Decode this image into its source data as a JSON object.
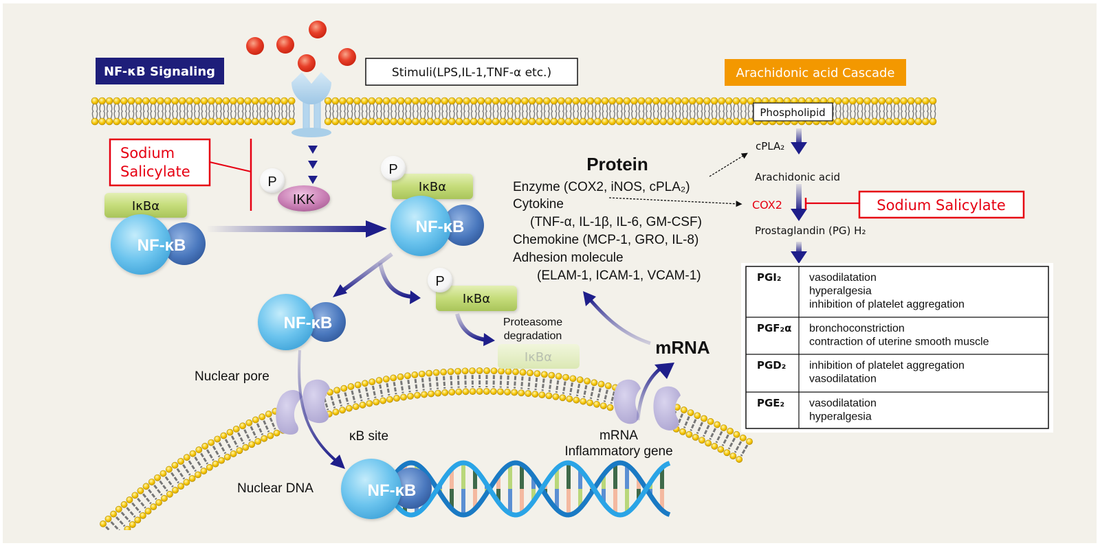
{
  "titles": {
    "nfkb_signaling": "NF-κB Signaling",
    "stimuli": "Stimuli(LPS,IL-1,TNF-α etc.)",
    "arachidonic_cascade": "Arachidonic acid Cascade"
  },
  "colors": {
    "background": "#f3f1ea",
    "nfkb_badge": "#1e1e7a",
    "cascade_badge": "#f39800",
    "inhibitor_red": "#e60012",
    "arrow_navy": "#1e1e8a",
    "lipid_head": "#f5c400",
    "ikba_green": "#c5dc7a",
    "ikk_pink": "#c97fb5",
    "nfkb_light": "#6cc4ee",
    "nfkb_dark": "#4a78be",
    "pore_lavender": "#b7b0d8",
    "stimuli_red": "#e8402a"
  },
  "inhibitor": {
    "left_line1": "Sodium",
    "left_line2": "Salicylate",
    "right": "Sodium Salicylate"
  },
  "molecules": {
    "p": "P",
    "ikk": "IKK",
    "ikba": "IκBα",
    "nfkb": "NF-κB"
  },
  "labels": {
    "proteasome_line1": "Proteasome",
    "proteasome_line2": "degradation",
    "nuclear_pore": "Nuclear pore",
    "kb_site": "κB site",
    "nuclear_dna": "Nuclear DNA",
    "mrna_small": "mRNA",
    "inflammatory_gene": "Inflammatory gene",
    "mrna_big": "mRNA"
  },
  "protein": {
    "heading": "Protein",
    "lines": [
      "Enzyme (COX2, iNOS, cPLA₂)",
      "Cytokine",
      "(TNF-α,  IL-1β, IL-6, GM-CSF)",
      "Chemokine (MCP-1, GRO, IL-8)",
      "Adhesion molecule",
      "(ELAM-1, ICAM-1, VCAM-1)"
    ]
  },
  "cascade": {
    "phospholipid": "Phospholipid",
    "cpla2": "cPLA₂",
    "arachidonic_acid": "Arachidonic acid",
    "cox2": "COX2",
    "pgh2": "Prostaglandin (PG) H₂"
  },
  "pg_table": {
    "rows": [
      {
        "name": "PGI₂",
        "effects": [
          "vasodilatation",
          "hyperalgesia",
          "inhibition of platelet aggregation"
        ]
      },
      {
        "name": "PGF₂α",
        "effects": [
          "bronchoconstriction",
          "contraction of uterine smooth muscle"
        ]
      },
      {
        "name": "PGD₂",
        "effects": [
          "inhibition of platelet aggregation",
          "vasodilatation"
        ]
      },
      {
        "name": "PGE₂",
        "effects": [
          "vasodilatation",
          "hyperalgesia"
        ]
      }
    ]
  }
}
